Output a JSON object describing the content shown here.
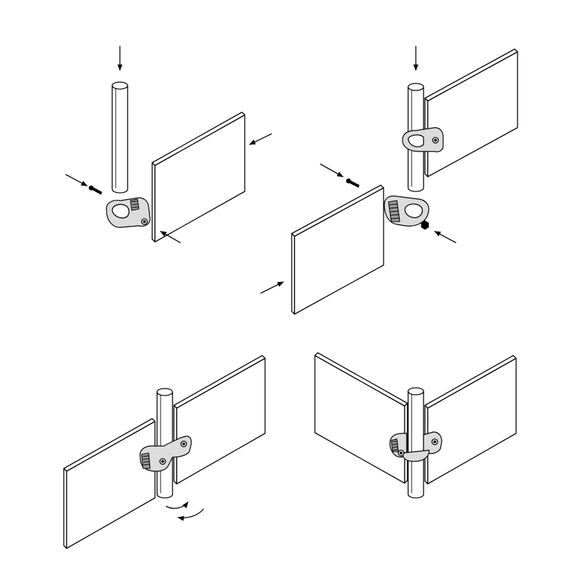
{
  "diagram": {
    "steps": [
      {
        "id": "step-1",
        "state": "parts-separated",
        "parts": [
          "post",
          "screw",
          "clamp-half",
          "panel"
        ]
      },
      {
        "id": "step-2",
        "state": "second-half-approach",
        "parts": [
          "post",
          "clamp-half-mounted",
          "panel-mounted",
          "screw",
          "clamp-half",
          "nut",
          "panel"
        ]
      },
      {
        "id": "step-3",
        "state": "clamp-closed-rotate",
        "parts": [
          "post",
          "clamp-assembled",
          "panel-back",
          "panel-swing"
        ],
        "motion": "rotate-around-post"
      },
      {
        "id": "step-4",
        "state": "assembled-corner",
        "parts": [
          "post",
          "clamp-assembled",
          "panel-left",
          "panel-right"
        ]
      }
    ],
    "colors": {
      "line": "#000000",
      "face": "#ffffff",
      "metal_light": "#dcdcdc",
      "metal_dark": "#9a9a9a"
    }
  }
}
